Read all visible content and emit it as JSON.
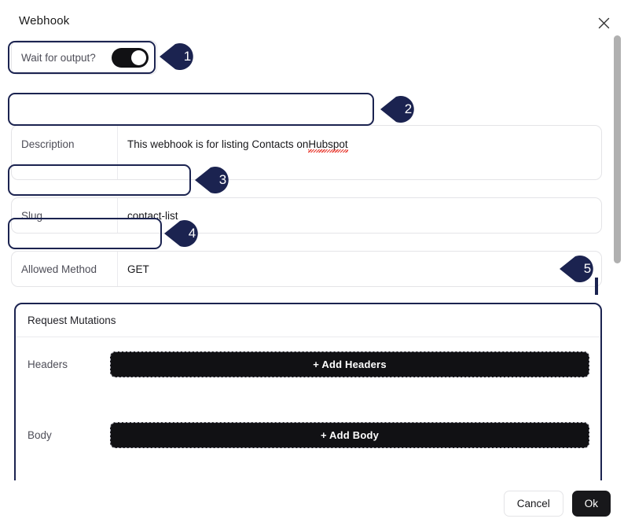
{
  "dialog": {
    "title": "Webhook",
    "close_icon": "close-icon"
  },
  "scrollbar": {
    "orientation": "vertical"
  },
  "fields": {
    "wait_for_output": {
      "label": "Wait for output?",
      "value": "on",
      "control": "toggle-switch"
    },
    "description": {
      "label": "Description",
      "value": "This webhook is for listing Contacts on ",
      "misspelled_word": "Hubspot"
    },
    "slug": {
      "label": "Slug",
      "value": "contact-list"
    },
    "allowed_method": {
      "label": "Allowed Method",
      "value": "GET",
      "dropdown_icon": "chevron-down-icon"
    }
  },
  "request_mutations": {
    "title": "Request Mutations",
    "rows": [
      {
        "label": "Headers",
        "button_label": "+ Add Headers"
      },
      {
        "label": "Body",
        "button_label": "+ Add Body"
      }
    ]
  },
  "footer": {
    "cancel_label": "Cancel",
    "ok_label": "Ok"
  },
  "annotations": {
    "badges": [
      {
        "number": "1"
      },
      {
        "number": "2"
      },
      {
        "number": "3"
      },
      {
        "number": "4"
      },
      {
        "number": "5"
      }
    ],
    "highlight_color": "#1b2350"
  },
  "colors": {
    "navy_accent": "#1b2350",
    "button_black": "#111114",
    "border_gray": "#e4e4e7",
    "label_gray": "#4e4e58",
    "spellcheck_red": "#e8342a"
  }
}
